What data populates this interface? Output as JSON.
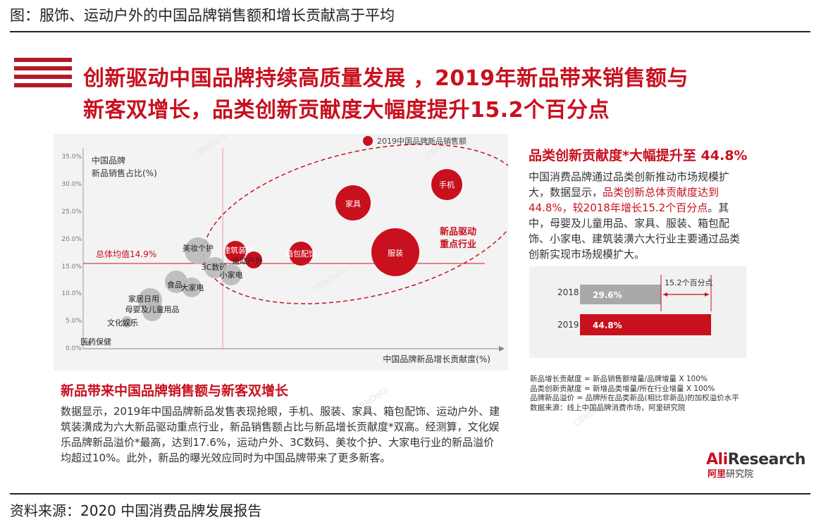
{
  "caption": "图：服饰、运动户外的中国品牌销售额和增长贡献高于平均",
  "source": "资料来源：2020 中国消费品牌发展报告",
  "headline": {
    "line1": "创新驱动中国品牌持续高质量发展 ，2019年新品带来销售额与",
    "line2": "新客双增长，品类创新贡献度大幅度提升15.2个百分点"
  },
  "bubble_chart": {
    "legend": "2019中国品牌新品销售额",
    "ylabel_1": "中国品牌",
    "ylabel_2": "新品销售占比(%)",
    "xlabel": "中国品牌新品增长贡献度(%)",
    "y_ticks": [
      "35.0%",
      "30.0%",
      "25.0%",
      "20.0%",
      "15.0%",
      "10.0%",
      "5.0%",
      "0.0%"
    ],
    "avg_label": "总体均值14.9%",
    "driver_label_1": "新品驱动",
    "driver_label_2": "重点行业",
    "bubbles": [
      {
        "label": "手机",
        "color": "#c8101e"
      },
      {
        "label": "家具",
        "color": "#c8101e"
      },
      {
        "label": "服装",
        "color": "#c8101e"
      },
      {
        "label": "箱包配饰",
        "color": "#c8101e"
      },
      {
        "label": "建筑装潢",
        "color": "#c8101e"
      },
      {
        "label": "运动户外",
        "color": "#c8101e"
      },
      {
        "label": "美妆个护",
        "color": "#b9b9b9"
      },
      {
        "label": "3C数码",
        "color": "#b9b9b9"
      },
      {
        "label": "小家电",
        "color": "#b9b9b9"
      },
      {
        "label": "食品",
        "color": "#b9b9b9"
      },
      {
        "label": "大家电",
        "color": "#b9b9b9"
      },
      {
        "label": "家居日用",
        "color": "#b9b9b9"
      },
      {
        "label": "母婴及儿童用品",
        "color": "#b9b9b9"
      },
      {
        "label": "文化娱乐",
        "color": "#b9b9b9"
      },
      {
        "label": "医药保健",
        "color": "#b9b9b9"
      }
    ]
  },
  "bottom_section": {
    "title": "新品带来中国品牌销售额与新客双增长",
    "paragraph": "数据显示，2019年中国品牌新品发售表现抢眼，手机、服装、家具、箱包配饰、运动户外、建筑装潢成为六大新品驱动重点行业，新品销售额占比与新品增长贡献度*双高。经测算，文化娱乐品牌新品溢价*最高，达到17.6%，运动户外、3C数码、美妆个护、大家电行业的新品溢价均超过10%。此外，新品的曝光效应同时为中国品牌带来了更多新客。"
  },
  "right_section": {
    "title": "品类创新贡献度*大幅提升至 44.8%",
    "para_part1": "中国消费品牌通过品类创新推动市场规模扩大，数据显示，",
    "para_highlight": "品类创新总体贡献度达到44.8%，较2018年增长15.2个百分点",
    "para_part2": "。其中，母婴及儿童用品、家具、服装、箱包配饰、小家电、建筑装潢六大行业主要通过品类创新实现市场规模扩大。"
  },
  "bar_chart": {
    "annotation": "15.2个百分点",
    "rows": [
      {
        "year": "2018",
        "label": "29.6%",
        "value": 29.6,
        "color": "#a9a9a9"
      },
      {
        "year": "2019",
        "label": "44.8%",
        "value": 44.8,
        "color": "#c8101e"
      }
    ]
  },
  "notes": [
    "新品增长贡献度 = 新品销售额增量/品牌增量 X 100%",
    "品类创新贡献度 = 新增品类增量/所在行业增量 X 100%",
    "品牌新品溢价 = 品牌所在品类新品(相比非新品)的加权溢价水平",
    "数据来源：线上中国品牌消费市场，阿里研究院"
  ],
  "logo": {
    "en_prefix": "Ali",
    "en_suffix": "Research",
    "cn_red": "阿里",
    "cn_rest": "研究院"
  },
  "watermark": "CBNData"
}
